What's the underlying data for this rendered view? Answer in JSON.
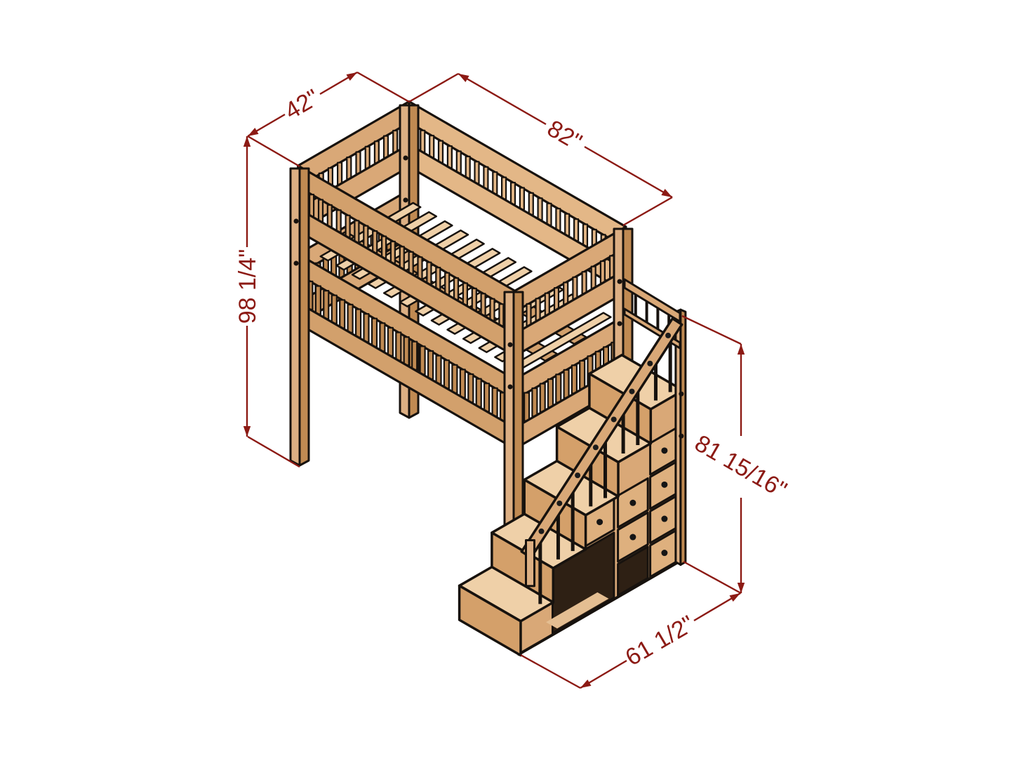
{
  "dimensions": {
    "bed_width": {
      "label": "42\""
    },
    "bed_length": {
      "label": "82\""
    },
    "overall_height": {
      "label": "98 1/4\""
    },
    "staircase_height": {
      "label": "81 15/16\""
    },
    "staircase_length": {
      "label": "61 1/2\""
    }
  },
  "colors": {
    "dimension_lines": "#8C1A14",
    "outline": "#17120e",
    "wood_top": "#EFD0A8",
    "wood_light": "#E3B787",
    "wood_side": "#D9A877",
    "wood_front": "#D2A06C",
    "wood_dark": "#C08A52",
    "riser": "#D4A06A",
    "opening_dark": "#2E2014",
    "background": "#FFFFFF"
  }
}
